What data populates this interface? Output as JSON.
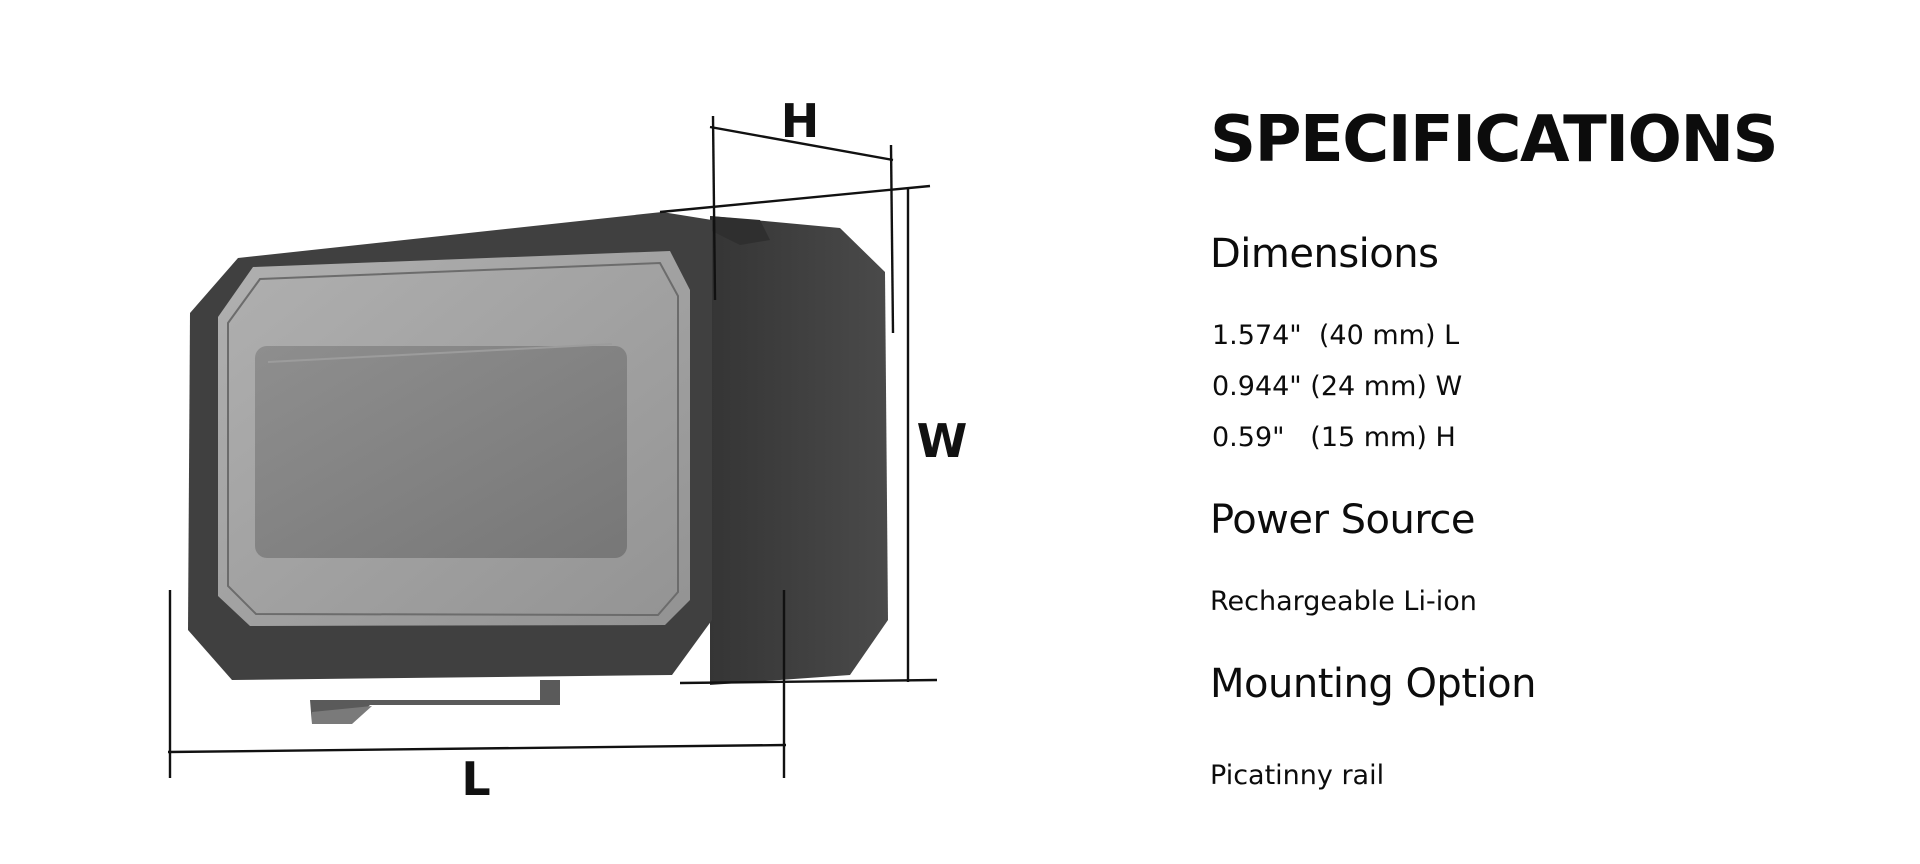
{
  "diagram": {
    "labels": {
      "height": "H",
      "width": "W",
      "length": "L"
    }
  },
  "specs": {
    "title": "SPECIFICATIONS",
    "dimensions": {
      "heading": "Dimensions",
      "lines": [
        "1.574\"  (40 mm) L",
        "0.944\" (24 mm) W",
        "0.59\"   (15 mm) H"
      ]
    },
    "power": {
      "heading": "Power Source",
      "value": "Rechargeable Li-ion"
    },
    "mounting": {
      "heading": "Mounting Option",
      "value": "Picatinny rail"
    }
  }
}
